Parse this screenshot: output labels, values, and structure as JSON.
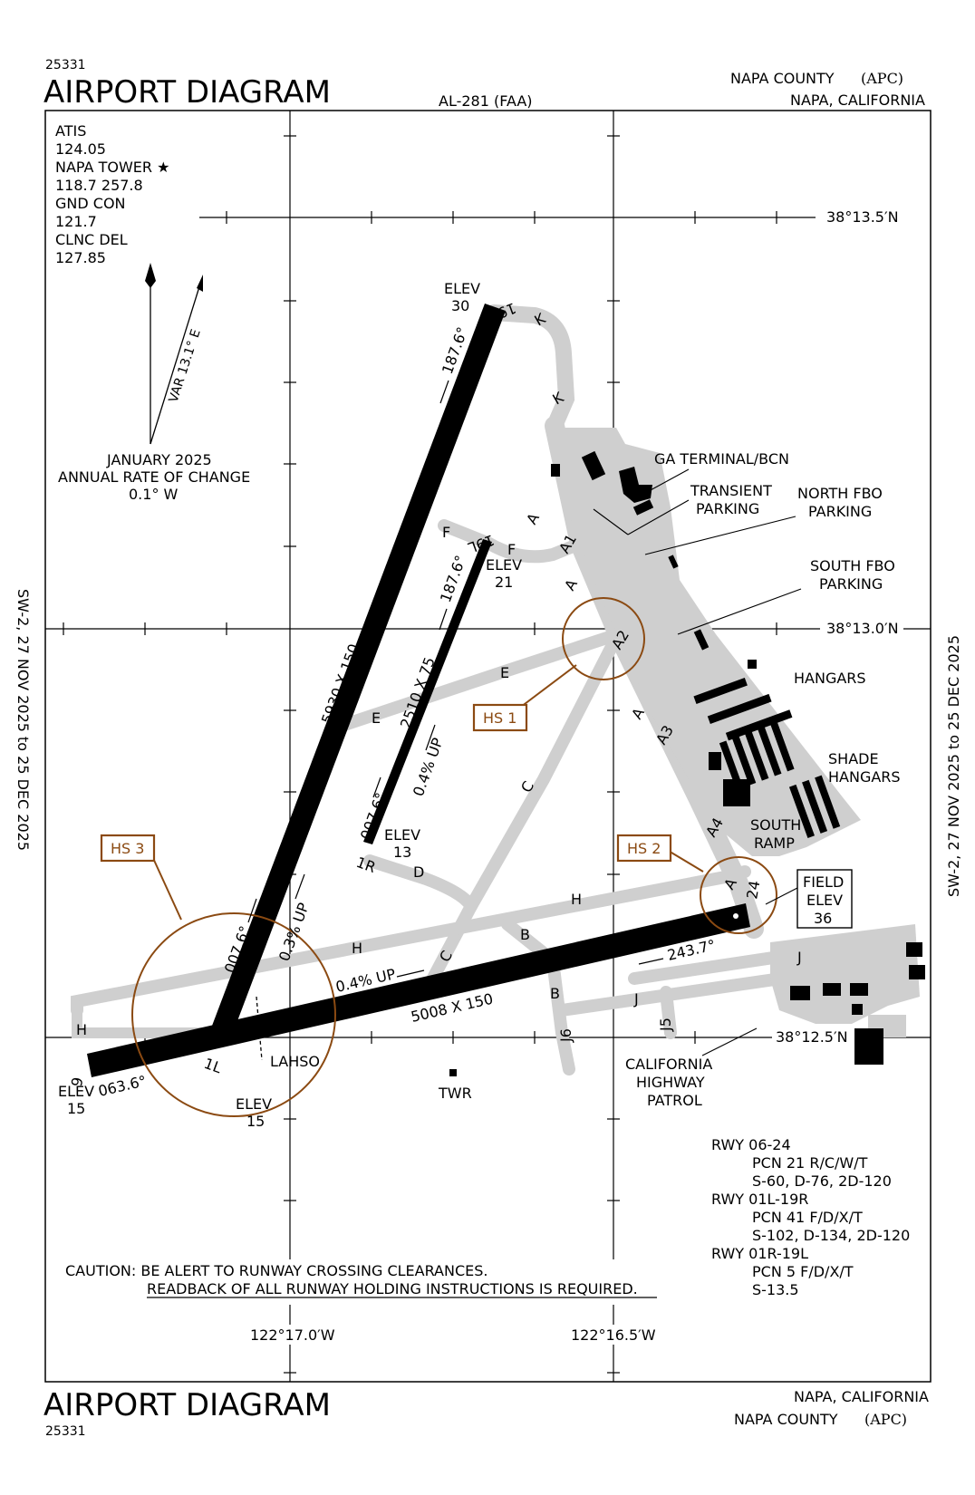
{
  "header": {
    "chart_no": "25331",
    "title": "AIRPORT DIAGRAM",
    "chart_id": "AL-281 (FAA)",
    "airport_name": "NAPA COUNTY",
    "airport_code": "(APC)",
    "city_state": "NAPA, CALIFORNIA"
  },
  "footer": {
    "chart_no": "25331",
    "title": "AIRPORT DIAGRAM",
    "city_state": "NAPA, CALIFORNIA",
    "airport_name": "NAPA COUNTY",
    "airport_code": "(APC)"
  },
  "side_labels": {
    "left": "SW-2, 27 NOV 2025 to 25 DEC 2025",
    "right": "SW-2, 27 NOV 2025 to 25 DEC 2025"
  },
  "frequencies": [
    "ATIS",
    "124.05",
    "NAPA TOWER ★",
    "118.7 257.8",
    "GND CON",
    "121.7",
    "CLNC DEL",
    "127.85"
  ],
  "magnetic": {
    "var_label": "VAR 13.1° E",
    "date": "JANUARY 2025",
    "rate_label": "ANNUAL RATE OF CHANGE",
    "rate_value": "0.1° W"
  },
  "coordinates": {
    "lat_north": "38°13.5′N",
    "lat_mid": "38°13.0′N",
    "lat_south": "38°12.5′N",
    "lon_west": "122°17.0′W",
    "lon_east": "122°16.5′W"
  },
  "runways": {
    "r19r": "19R",
    "r19r_elev_label": "ELEV",
    "r19r_elev": "30",
    "r1l": "1L",
    "r1l_elev_label": "ELEV",
    "r1l_elev": "15",
    "r19l": "19L",
    "r19l_elev_label": "ELEV",
    "r19l_elev": "21",
    "r1r": "1R",
    "r1r_elev_label": "ELEV",
    "r1r_elev": "13",
    "r6": "6",
    "r6_elev_label": "ELEV",
    "r6_elev": "15",
    "r24": "24",
    "dim_main": "5930 X 150",
    "dim_short": "2510 X 75",
    "dim_cross": "5008 X 150",
    "hdg_187_a": "187.6°",
    "hdg_187_b": "187.6°",
    "hdg_007_a": "007.6°",
    "hdg_007_b": "007.6°",
    "hdg_063": "063.6°",
    "hdg_243": "243.7°",
    "grad_a": "0.4% UP",
    "grad_b": "0.3% UP",
    "grad_c": "0.4% UP"
  },
  "taxiways": [
    "K",
    "K",
    "A",
    "A1",
    "A",
    "A2",
    "A",
    "A3",
    "A4",
    "A",
    "F",
    "F",
    "E",
    "E",
    "C",
    "C",
    "D",
    "H",
    "H",
    "H",
    "B",
    "B",
    "J6",
    "J5",
    "J",
    "J"
  ],
  "hotspots": [
    "HS 1",
    "HS 2",
    "HS 3"
  ],
  "labels": {
    "ga_terminal": "GA TERMINAL/BCN",
    "transient": [
      "TRANSIENT",
      "PARKING"
    ],
    "north_fbo": [
      "NORTH FBO",
      "PARKING"
    ],
    "south_fbo": [
      "SOUTH FBO",
      "PARKING"
    ],
    "hangars": "HANGARS",
    "shade": [
      "SHADE",
      "HANGARS"
    ],
    "south_ramp": [
      "SOUTH",
      "RAMP"
    ],
    "field_elev": [
      "FIELD",
      "ELEV",
      "36"
    ],
    "chp": [
      "CALIFORNIA",
      "HIGHWAY",
      "PATROL"
    ],
    "twr": "TWR",
    "lahso": "LAHSO"
  },
  "rwy_data": [
    "RWY 06-24",
    "PCN 21 R/C/W/T",
    "S-60, D-76, 2D-120",
    "RWY 01L-19R",
    "PCN 41 F/D/X/T",
    "S-102, D-134, 2D-120",
    "RWY 01R-19L",
    "PCN 5 F/D/X/T",
    "S-13.5"
  ],
  "caution": {
    "line1": "CAUTION: BE ALERT TO RUNWAY CROSSING CLEARANCES.",
    "line2": "READBACK OF ALL RUNWAY HOLDING INSTRUCTIONS IS REQUIRED."
  },
  "colors": {
    "pavement": "#cfcfcf",
    "hotspot": "#8b4a12",
    "runway": "#000000"
  }
}
